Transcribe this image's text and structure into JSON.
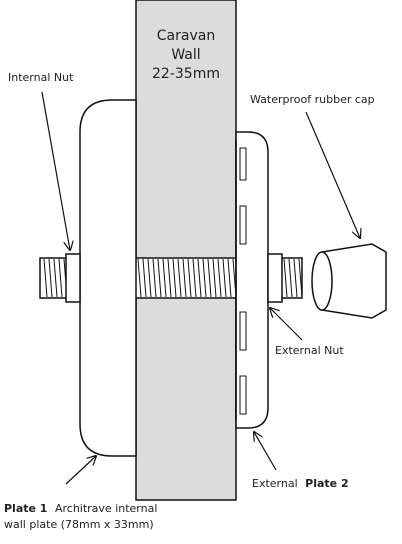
{
  "wall": {
    "line1": "Caravan",
    "line2": "Wall",
    "line3": "22-35mm"
  },
  "labels": {
    "internal_nut": "Internal Nut",
    "waterproof_cap": "Waterproof rubber cap",
    "external_nut": "External Nut",
    "external_plate_prefix": "External",
    "external_plate_bold": "Plate 2",
    "plate1_bold": "Plate 1",
    "plate1_rest": "Architrave internal",
    "plate1_line2": "wall plate (78mm x 33mm)"
  },
  "colors": {
    "wall_fill": "#dcdcdc",
    "stroke": "#111111",
    "background": "#ffffff"
  }
}
